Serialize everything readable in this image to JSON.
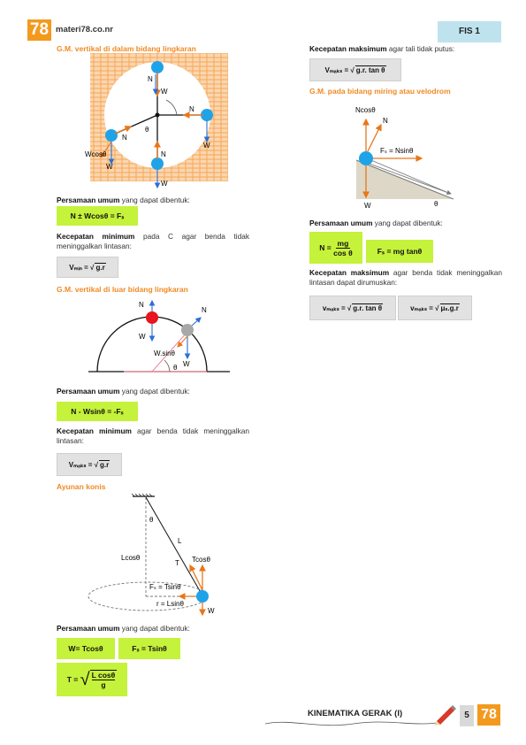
{
  "header": {
    "badge": "78",
    "site": "materi78.co.nr",
    "subject": "FIS 1"
  },
  "left": {
    "h1": "G.M. vertikal di dalam bidang lingkaran",
    "d1": {
      "N": "N",
      "W": "W",
      "theta": "θ",
      "wcos": "Wcosθ"
    },
    "p1_bold": "Persamaan umum",
    "p1_rest": " yang dapat dibentuk:",
    "f1": "N ± Wcosθ = Fₛ",
    "p2_bold": "Kecepatan minimum",
    "p2_rest": " pada C agar benda tidak meninggalkan lintasan:",
    "f2_lhs": "Vₘᵢₙ =",
    "f2_rad": "g.r",
    "h2": "G.M. vertikal di luar bidang lingkaran",
    "d2": {
      "N": "N",
      "W": "W",
      "theta": "θ",
      "wsin": "W.sinθ"
    },
    "p3_bold": "Persamaan umum",
    "p3_rest": " yang dapat dibentuk:",
    "f3": "N - Wsinθ = -Fₛ",
    "p4_bold": "Kecepatan minimum",
    "p4_rest": " agar benda tidak meninggalkan lintasan:",
    "f4_lhs": "Vₘₐₖₛ =",
    "f4_rad": "g.r",
    "h3": "Ayunan konis",
    "d3": {
      "theta": "θ",
      "L": "L",
      "T": "T",
      "lcos": "Lcosθ",
      "tcos": "Tcosθ",
      "fs": "Fₛ = Tsinθ",
      "r": "r = Lsinθ",
      "W": "W"
    },
    "p5_bold": "Persamaan umum",
    "p5_rest": " yang dapat dibentuk:",
    "f5a": "W= Tcosθ",
    "f5b": "Fₛ = Tsinθ",
    "f5c_lhs": "T =",
    "f5c_num": "L cosθ",
    "f5c_den": "g"
  },
  "right": {
    "p1_bold": "Kecepatan maksimum",
    "p1_rest": " agar tali tidak putus:",
    "f1_lhs": "Vₘₐₖₛ =",
    "f1_rad": "g.r. tan θ",
    "h1": "G.M. pada bidang miring atau velodrom",
    "d4": {
      "ncos": "Ncosθ",
      "N": "N",
      "fs": "Fₛ = Nsinθ",
      "W": "W",
      "theta": "θ"
    },
    "p2_bold": "Persamaan umum",
    "p2_rest": " yang dapat dibentuk:",
    "f2_lhs": "N =",
    "f2_num": "mg",
    "f2_den": "cos θ",
    "f2b": "Fₛ = mg tanθ",
    "p3_bold": "Kecepatan maksimum",
    "p3_rest": " agar benda tidak meninggalkan lintasan dapat dirumuskan:",
    "f3a_lhs": "vₘₐₖₛ =",
    "f3a_rad": "g.r. tan θ",
    "f3b_lhs": "vₘₐₖₛ =",
    "f3b_rad": "μₛ.g.r"
  },
  "footer": {
    "title": "KINEMATIKA GERAK (I)",
    "page": "5",
    "badge": "78"
  },
  "colors": {
    "accent": "#f39a1e",
    "heading": "#f08a24",
    "green": "#c5f23a",
    "tag": "#bfe3ee",
    "ball": "#1fa3e8",
    "arrow": "#e8761a",
    "blue_arrow": "#2b6fd6"
  }
}
